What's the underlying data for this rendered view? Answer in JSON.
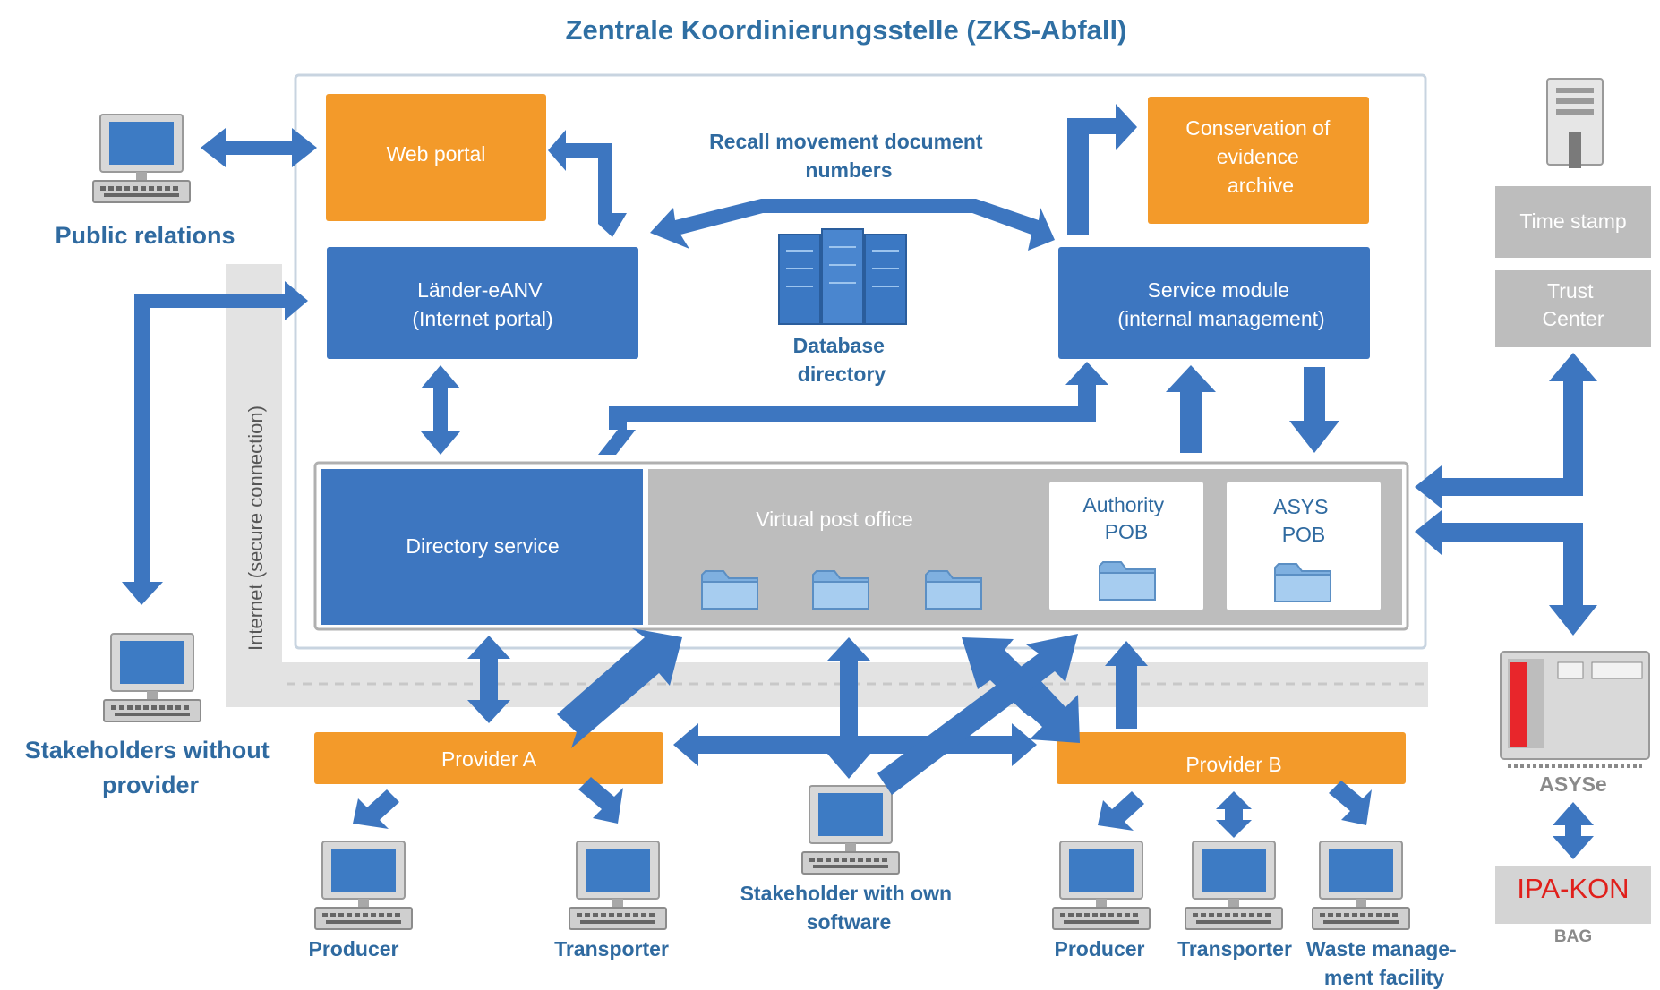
{
  "title": "Zentrale Koordinierungsstelle (ZKS-Abfall)",
  "colors": {
    "blue": "#3d76c0",
    "orange": "#f39a2a",
    "gray": "#bdbdbd",
    "title": "#2f6fa3",
    "text_dark": "#2f6aa0",
    "ipakon": "#e0201b"
  },
  "boxes": {
    "web_portal": "Web portal",
    "conservation": [
      "Conservation of",
      "evidence",
      "archive"
    ],
    "laender": [
      "Länder-eANV",
      "(Internet portal)"
    ],
    "service_module": [
      "Service module",
      "(internal management)"
    ],
    "directory_service": "Directory service",
    "virtual_post_office": "Virtual post office",
    "authority_pob": [
      "Authority",
      "POB"
    ],
    "asys_pob": [
      "ASYS",
      "POB"
    ],
    "provider_a": "Provider A",
    "provider_b": "Provider B",
    "time_stamp": "Time stamp",
    "trust_center": [
      "Trust",
      "Center"
    ]
  },
  "labels": {
    "recall": [
      "Recall movement document",
      "numbers"
    ],
    "database": [
      "Database",
      "directory"
    ],
    "internet": "Internet (secure connection)",
    "public_relations": "Public relations",
    "stakeholders_without": [
      "Stakeholders without",
      "provider"
    ],
    "stakeholder_own": [
      "Stakeholder with own",
      "software"
    ],
    "producer_a": "Producer",
    "transporter_a": "Transporter",
    "producer_b": "Producer",
    "transporter_b": "Transporter",
    "waste": [
      "Waste manage-",
      "ment facility"
    ],
    "asyse": "ASYSe",
    "ipa_kon": "IPA-KON",
    "bag": "BAG"
  },
  "icons": [
    "computer-icon",
    "folder-icon",
    "database-server-icon",
    "tower-server-icon",
    "asyse-server-icon",
    "double-arrow-icon"
  ]
}
